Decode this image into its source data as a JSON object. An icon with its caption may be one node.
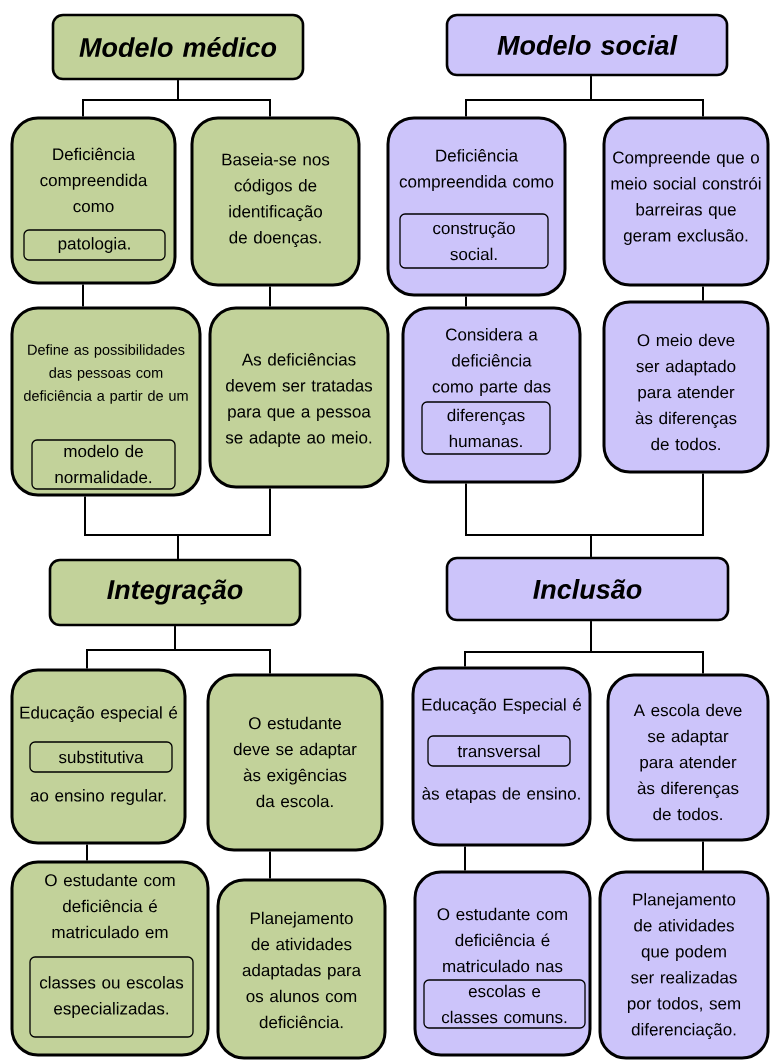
{
  "diagram": {
    "nodes": [
      {
        "text": [
          "Modelo médico"
        ]
      },
      {
        "text": [
          "Modelo social"
        ]
      },
      {
        "text": [
          "Deficiência compreendida como"
        ]
      },
      {
        "text": [
          "patologia."
        ],
        "in": 2
      },
      {
        "text": [
          "Baseia-se nos códigos de identificação de doenças."
        ]
      },
      {
        "text": [
          "Deficiência compreendida como"
        ]
      },
      {
        "text": [
          "construção social."
        ],
        "in": 5
      },
      {
        "text": [
          "Compreende que o meio social constrói barreiras que geram exclusão."
        ]
      },
      {
        "text": [
          "Define as possibilidades das pessoas com deficiência a partir de um"
        ]
      },
      {
        "text": [
          "modelo de normalidade."
        ],
        "in": 8
      },
      {
        "text": [
          "As deficiências devem ser tratadas para que a pessoa se adapte ao meio."
        ]
      },
      {
        "text": [
          "Considera a deficiência como parte das"
        ]
      },
      {
        "text": [
          "diferenças humanas."
        ],
        "in": 11
      },
      {
        "text": [
          "O meio deve ser adaptado para atender às diferenças de todos."
        ]
      },
      {
        "text": [
          "Integração"
        ]
      },
      {
        "text": [
          "Inclusão"
        ]
      },
      {
        "text": [
          "Educação especial é",
          "ao ensino regular."
        ]
      },
      {
        "text": [
          "substitutiva"
        ],
        "in": 16
      },
      {
        "text": [
          "O estudante deve se adaptar às exigências da escola."
        ]
      },
      {
        "text": [
          "Educação Especial é",
          "às etapas de ensino."
        ]
      },
      {
        "text": [
          "transversal"
        ],
        "in": 19
      },
      {
        "text": [
          "A escola deve se adaptar para atender às diferenças de todos."
        ]
      },
      {
        "text": [
          "O estudante com deficiência é matriculado em"
        ]
      },
      {
        "text": [
          "classes ou escolas especializadas."
        ],
        "in": 22
      },
      {
        "text": [
          "Planejamento de atividades adaptadas para os alunos com deficiência."
        ]
      },
      {
        "text": [
          "O estudante com deficiência é matriculado nas"
        ]
      },
      {
        "text": [
          "escolas e classes comuns."
        ],
        "in": 25
      },
      {
        "text": [
          "Planejamento de atividades que podem ser realizadas por todos, sem diferenciação."
        ]
      }
    ],
    "edges": [
      {
        "from": 0,
        "to": 2,
        "arrow": "none"
      },
      {
        "from": 0,
        "to": 4,
        "arrow": "none"
      },
      {
        "from": 1,
        "to": 5,
        "arrow": "none"
      },
      {
        "from": 1,
        "to": 7,
        "arrow": "none"
      },
      {
        "from": 2,
        "to": 8,
        "arrow": "none"
      },
      {
        "from": 4,
        "to": 10,
        "arrow": "none"
      },
      {
        "from": 5,
        "to": 11,
        "arrow": "none"
      },
      {
        "from": 7,
        "to": 13,
        "arrow": "none"
      },
      {
        "from": 8,
        "to": 14,
        "arrow": "none"
      },
      {
        "from": 10,
        "to": 14,
        "arrow": "none"
      },
      {
        "from": 11,
        "to": 15,
        "arrow": "none"
      },
      {
        "from": 13,
        "to": 15,
        "arrow": "none"
      },
      {
        "from": 14,
        "to": 16,
        "arrow": "none"
      },
      {
        "from": 14,
        "to": 18,
        "arrow": "none"
      },
      {
        "from": 15,
        "to": 19,
        "arrow": "none"
      },
      {
        "from": 15,
        "to": 21,
        "arrow": "none"
      },
      {
        "from": 16,
        "to": 22,
        "arrow": "none"
      },
      {
        "from": 18,
        "to": 24,
        "arrow": "none"
      },
      {
        "from": 19,
        "to": 25,
        "arrow": "none"
      },
      {
        "from": 21,
        "to": 27,
        "arrow": "none"
      }
    ]
  }
}
